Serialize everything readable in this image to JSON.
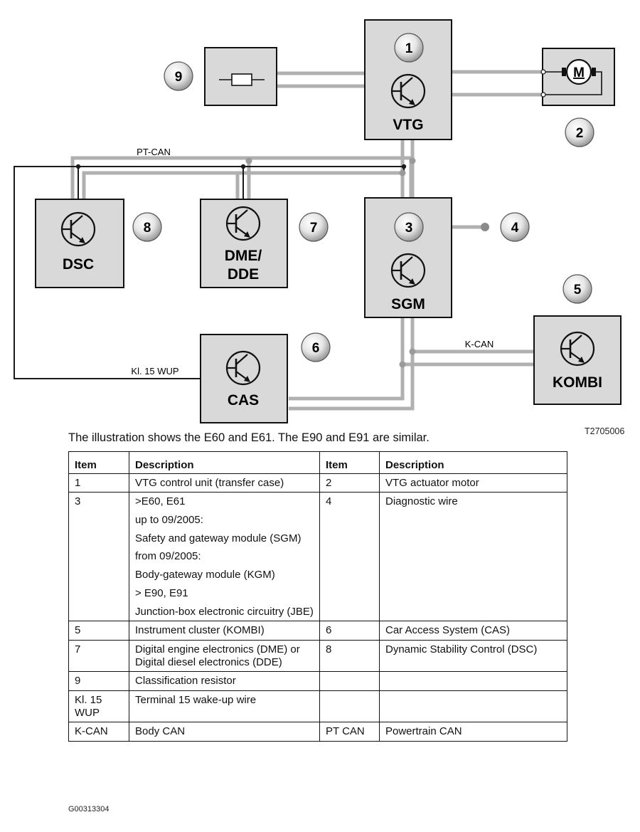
{
  "diagram": {
    "modules": {
      "vtg": "VTG",
      "dsc": "DSC",
      "dme_line1": "DME/",
      "dme_line2": "DDE",
      "sgm": "SGM",
      "kombi": "KOMBI",
      "cas": "CAS",
      "motor": "M"
    },
    "callouts": [
      "1",
      "2",
      "3",
      "4",
      "5",
      "6",
      "7",
      "8",
      "9"
    ],
    "bus_labels": {
      "pt_can": "PT-CAN",
      "k_can": "K-CAN",
      "kl15": "Kl. 15 WUP"
    },
    "colors": {
      "box_fill": "#d9d9d9",
      "bus_gray": "#b0b0b0",
      "line_black": "#1a1a1a"
    }
  },
  "caption": "The illustration shows the E60 and E61. The E90 and E91 are similar.",
  "figure_code": "T2705006",
  "footer_code": "G00313304",
  "table": {
    "headers": [
      "Item",
      "Description",
      "Item",
      "Description"
    ],
    "rows": [
      {
        "item1": "1",
        "desc1": [
          "VTG control unit (transfer case)"
        ],
        "item2": "2",
        "desc2": [
          "VTG actuator motor"
        ]
      },
      {
        "item1": "3",
        "desc1": [
          ">E60, E61",
          "up to 09/2005:",
          "Safety and gateway module (SGM)",
          "from 09/2005:",
          "Body-gateway module (KGM)",
          "> E90, E91",
          "Junction-box electronic circuitry (JBE)"
        ],
        "item2": "4",
        "desc2": [
          "Diagnostic wire"
        ]
      },
      {
        "item1": "5",
        "desc1": [
          "Instrument cluster (KOMBI)"
        ],
        "item2": "6",
        "desc2": [
          "Car Access System (CAS)"
        ]
      },
      {
        "item1": "7",
        "desc1": [
          "Digital engine electronics (DME) or Digital diesel electronics (DDE)"
        ],
        "item2": "8",
        "desc2": [
          "Dynamic Stability Control (DSC)"
        ]
      },
      {
        "item1": "9",
        "desc1": [
          "Classification resistor"
        ],
        "item2": "",
        "desc2": [
          ""
        ]
      },
      {
        "item1": "Kl. 15 WUP",
        "desc1": [
          "Terminal 15 wake-up wire"
        ],
        "item2": "",
        "desc2": [
          ""
        ]
      },
      {
        "item1": "K-CAN",
        "desc1": [
          "Body CAN"
        ],
        "item2": "PT CAN",
        "desc2": [
          "Powertrain CAN"
        ]
      }
    ]
  }
}
